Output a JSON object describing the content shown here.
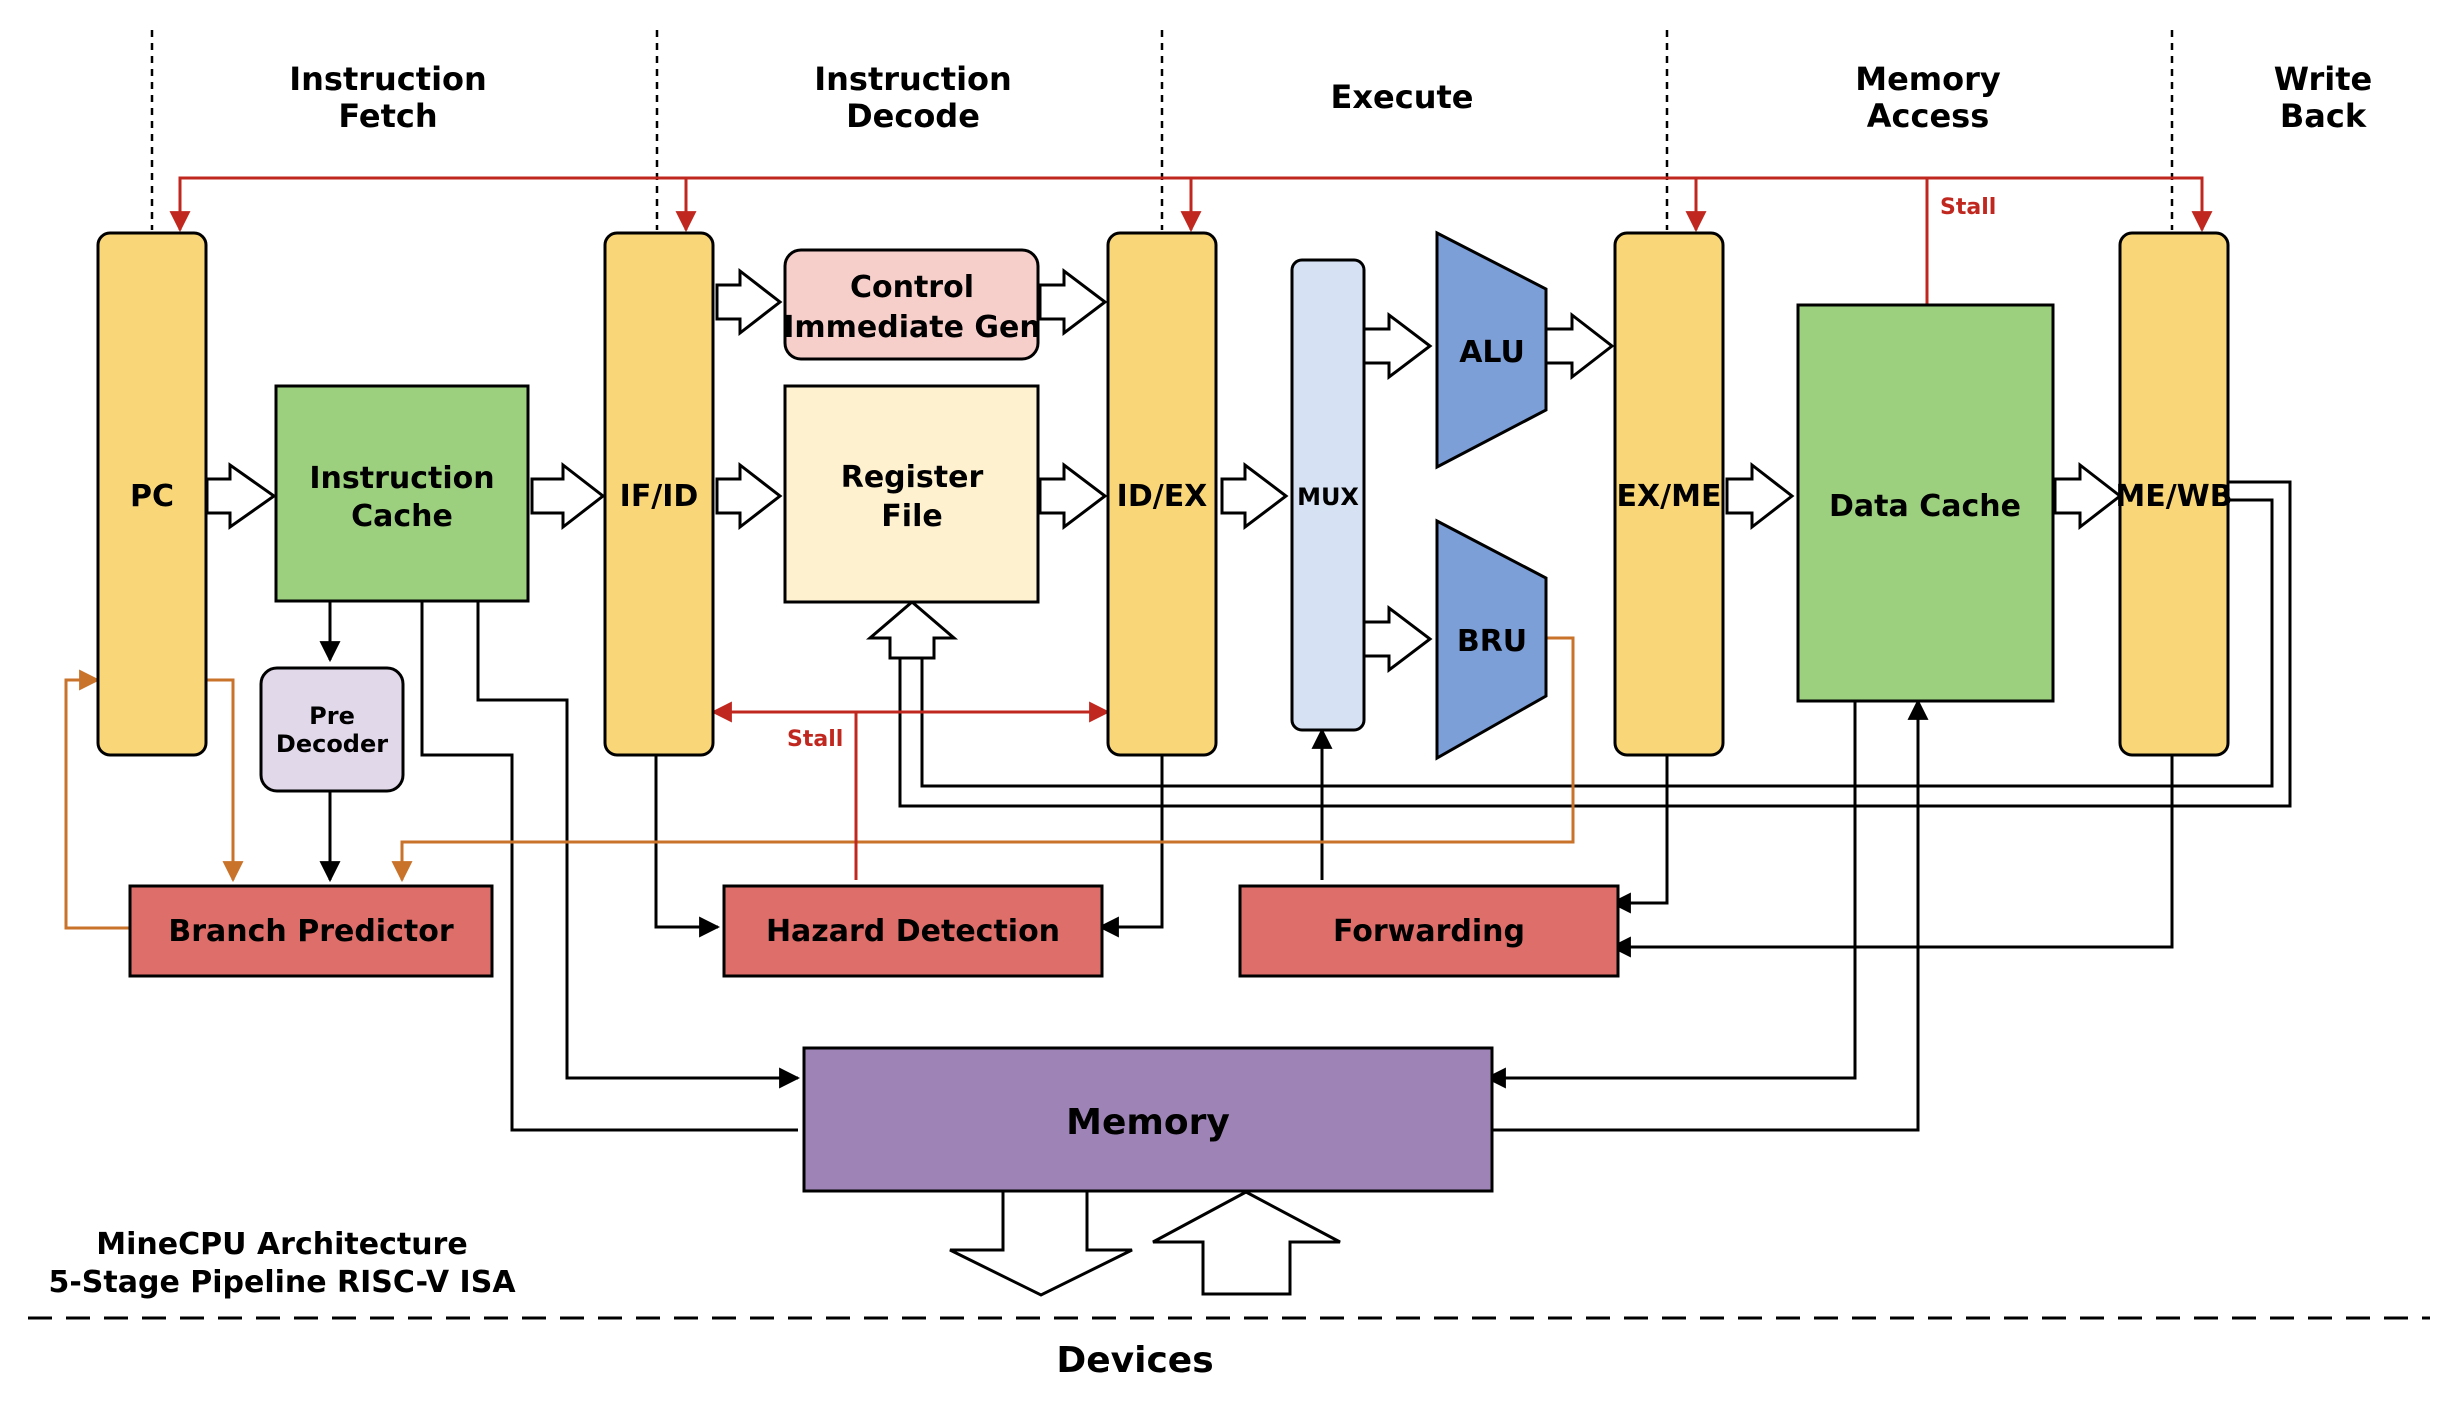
{
  "stages": {
    "fetch": [
      "Instruction",
      "Fetch"
    ],
    "decode": [
      "Instruction",
      "Decode"
    ],
    "execute": [
      "Execute"
    ],
    "memory": [
      "Memory",
      "Access"
    ],
    "writeback": [
      "Write",
      "Back"
    ]
  },
  "blocks": {
    "pc": "PC",
    "icache": [
      "Instruction",
      "Cache"
    ],
    "ifid": "IF/ID",
    "control": [
      "Control",
      "Immediate Gen"
    ],
    "regfile": [
      "Register",
      "File"
    ],
    "idex": "ID/EX",
    "mux": "MUX",
    "alu": "ALU",
    "bru": "BRU",
    "exme": "EX/ME",
    "dcache": "Data Cache",
    "mewb": "ME/WB",
    "predecoder": [
      "Pre",
      "Decoder"
    ],
    "branch_predictor": "Branch Predictor",
    "hazard": "Hazard Detection",
    "forwarding": "Forwarding",
    "memory": "Memory"
  },
  "signals": {
    "stall_top": "Stall",
    "stall_mid": "Stall"
  },
  "footer": {
    "line1": "MineCPU Architecture",
    "line2": "5-Stage Pipeline RISC-V ISA",
    "devices": "Devices"
  },
  "colors": {
    "pipeline_register": "#f9d779",
    "cache": "#9ccf7e",
    "control": "#f6cfcb",
    "regfile": "#fdf1cf",
    "mux": "#d6e2f3",
    "alu_bru": "#7d9fd8",
    "predecoder": "#e1d8ea",
    "unit_red": "#dd6e69",
    "memory": "#9e84b6",
    "stall_red": "#c0281f",
    "branch_orange": "#c8722a"
  }
}
